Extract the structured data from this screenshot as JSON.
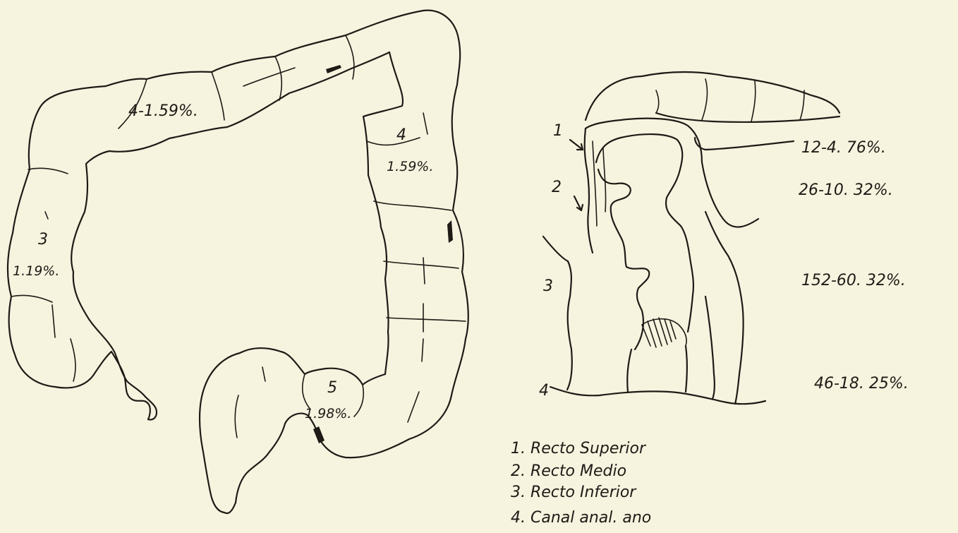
{
  "colon": {
    "transverse_label": "4-1.59%.",
    "ascending_num": "3",
    "ascending_pct": "1.19%.",
    "descending_num": "4",
    "descending_pct": "1.59%.",
    "sigmoid_num": "5",
    "sigmoid_pct": "1.98%."
  },
  "rectum": {
    "marker_1": "1",
    "marker_2": "2",
    "marker_3": "3",
    "marker_4": "4",
    "stats": [
      "12-4. 76%.",
      "26-10. 32%.",
      "152-60. 32%.",
      "46-18. 25%."
    ]
  },
  "legend": {
    "items": [
      "1. Recto Superior",
      "2. Recto Medio",
      "3. Recto Inferior",
      "4. Canal anal. ano"
    ]
  }
}
